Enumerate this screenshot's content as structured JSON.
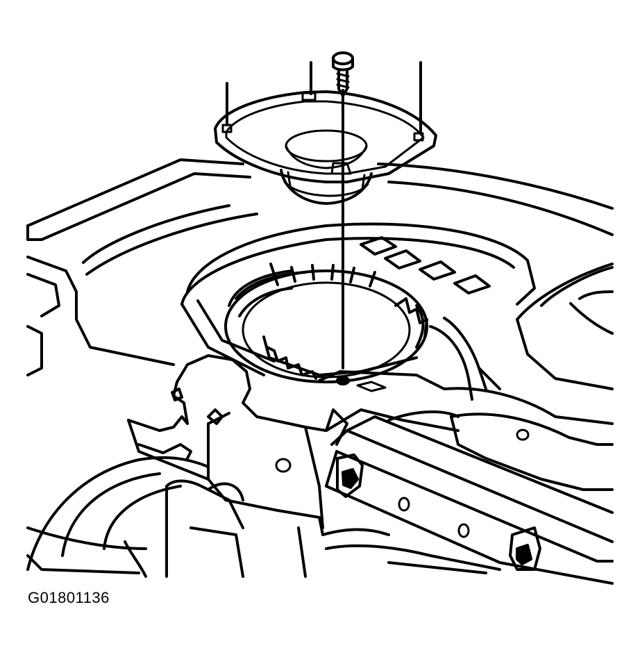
{
  "figure": {
    "code": "G01801136",
    "colors": {
      "line": "#000000",
      "background": "#ffffff"
    },
    "parts": [
      "speaker-assembly",
      "mounting-screw",
      "rear-shelf-panel",
      "speaker-opening",
      "bracket",
      "crossmember"
    ]
  }
}
